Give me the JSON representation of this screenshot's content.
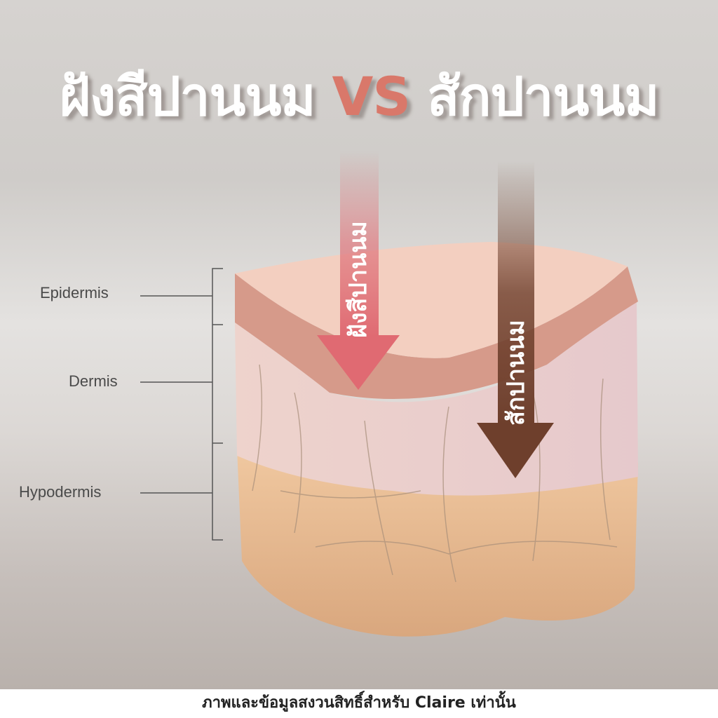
{
  "title": {
    "left": "ฝังสีปานนม",
    "vs": "VS",
    "right": "สักปานนม"
  },
  "layers": [
    {
      "label": "Epidermis"
    },
    {
      "label": "Dermis"
    },
    {
      "label": "Hypodermis"
    }
  ],
  "arrows": {
    "embroidery": {
      "label": "ฝังสีปานนม",
      "color": "#e07a80"
    },
    "tattoo": {
      "label": "สักปานนม",
      "color": "#6e3f2c"
    }
  },
  "footer": "ภาพและข้อมูลสงวนสิทธิ์สำหรับ Claire เท่านั้น"
}
